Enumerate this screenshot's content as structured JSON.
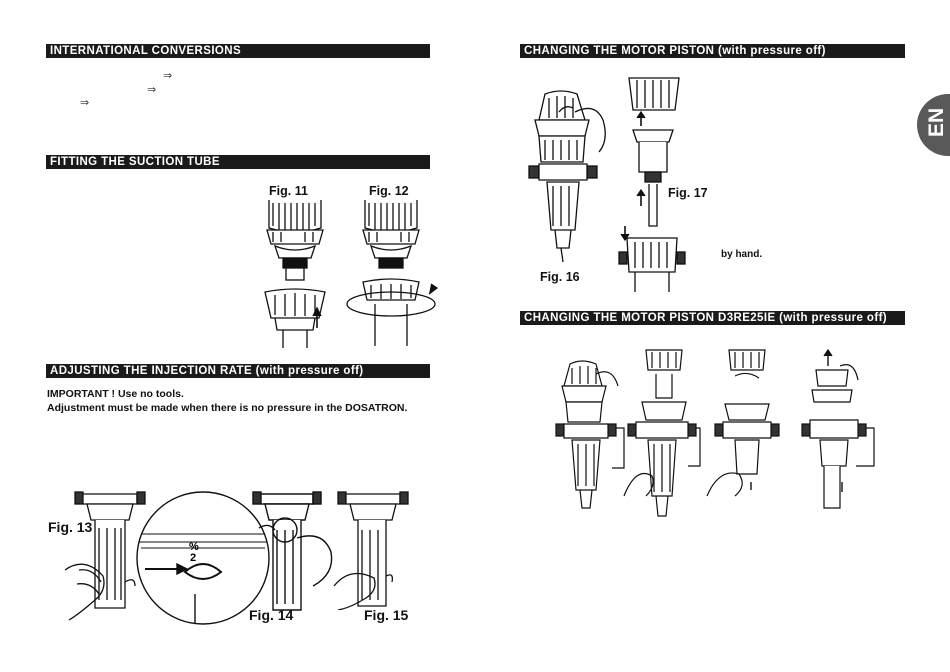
{
  "left": {
    "section1_title": "INTERNATIONAL CONVERSIONS",
    "arrows": [
      "⇒",
      "⇒",
      "⇒"
    ],
    "section2_title": "FITTING THE SUCTION TUBE",
    "fig11": "Fig. 11",
    "fig12": "Fig. 12",
    "section3_title": "ADJUSTING THE INJECTION RATE (with pressure off)",
    "important_line": "IMPORTANT ! Use no tools.",
    "adjust_line": "Adjustment must be made when there is no pressure in the DOSATRON.",
    "fig13": "Fig. 13",
    "fig14": "Fig. 14",
    "fig15": "Fig. 15",
    "dial_mark": "%",
    "dial_value": "2"
  },
  "right": {
    "section4_title": "CHANGING THE MOTOR PISTON (with pressure off)",
    "fig16": "Fig. 16",
    "fig17": "Fig. 17",
    "by_hand": "by hand.",
    "section5_title": "CHANGING THE MOTOR PISTON D3RE25IE (with pressure off)"
  },
  "tab_label": "EN"
}
